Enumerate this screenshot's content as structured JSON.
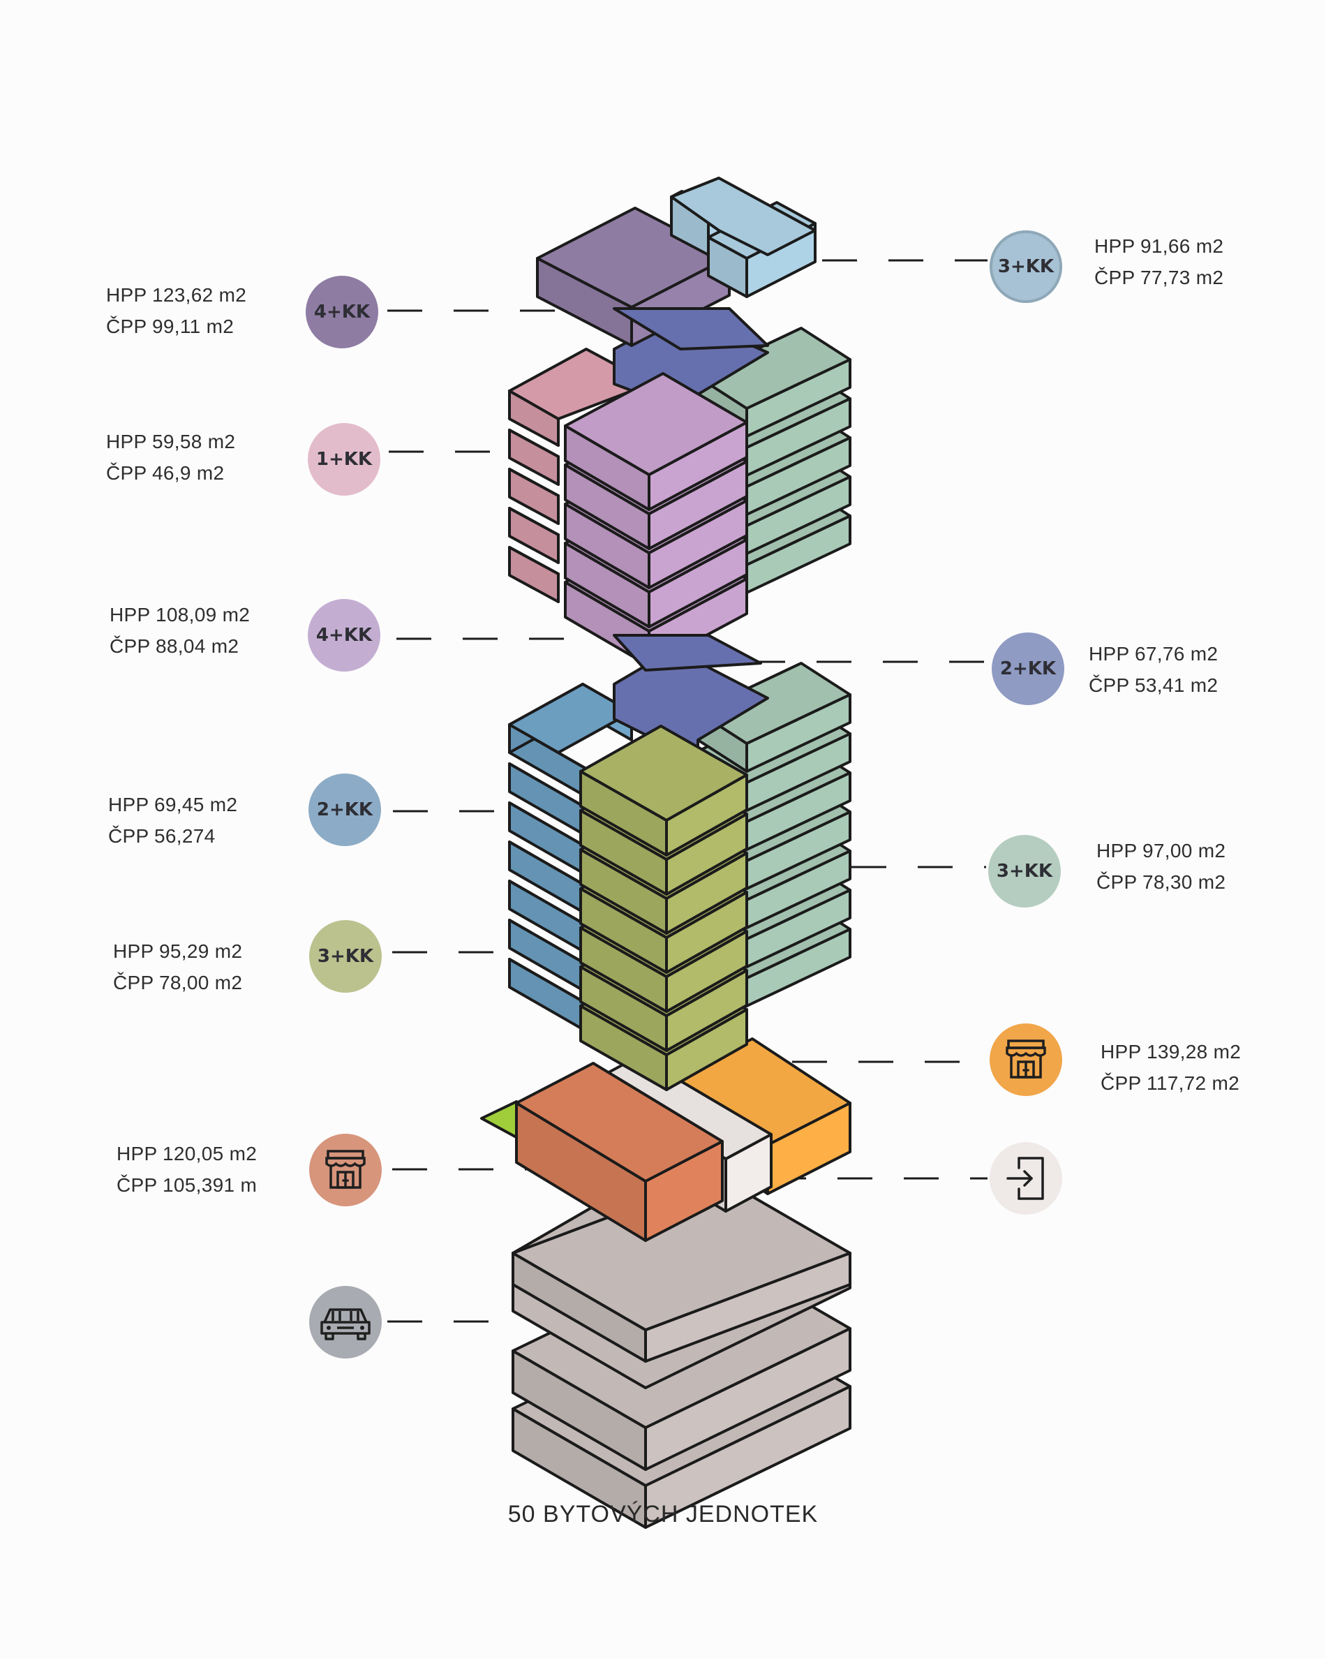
{
  "footer": "50 BYTOVÝCH JEDNOTEK",
  "colors": {
    "unit_4kk_top": "#8f7ca3",
    "unit_3kk_top": "#a7c9db",
    "unit_1kk": "#d49aa8",
    "unit_4kk": "#c09cc6",
    "unit_2kk_core": "#6770ae",
    "unit_2kk_left": "#6c9ec0",
    "unit_3kk_green": "#a1c0ae",
    "unit_3kk_olive": "#a9b264",
    "shop_orange": "#f2a742",
    "shop_salmon": "#d57d58",
    "entrance": "#e6e1df",
    "parking": "#c2b9b6"
  },
  "units": {
    "u4kk_top": {
      "badge": "4+KK",
      "hpp": "HPP 123,62 m2",
      "cpp": "ČPP  99,11 m2",
      "color": "#8f7ca3"
    },
    "u3kk_top": {
      "badge": "3+KK",
      "hpp": "HPP 91,66 m2",
      "cpp": "ČPP 77,73 m2",
      "color": "#a7c2d4"
    },
    "u1kk": {
      "badge": "1+KK",
      "hpp": "HPP 59,58 m2",
      "cpp": "ČPP 46,9 m2",
      "color": "#e3bccb"
    },
    "u4kk_mid": {
      "badge": "4+KK",
      "hpp": "HPP 108,09 m2",
      "cpp": "ČPP 88,04 m2",
      "color": "#c3aed2"
    },
    "u2kk_core": {
      "badge": "2+KK",
      "hpp": "HPP 67,76 m2",
      "cpp": "ČPP 53,41 m2",
      "color": "#8f9bc3"
    },
    "u2kk_left": {
      "badge": "2+KK",
      "hpp": "HPP 69,45 m2",
      "cpp": "ČPP  56,274",
      "color": "#8cabc6"
    },
    "u3kk_green": {
      "badge": "3+KK",
      "hpp": "HPP 97,00 m2",
      "cpp": "ČPP 78,30 m2",
      "color": "#b5cdc0"
    },
    "u3kk_olive": {
      "badge": "3+KK",
      "hpp": "HPP 95,29 m2",
      "cpp": "ČPP 78,00 m2",
      "color": "#bcc28e"
    },
    "shop_right": {
      "icon": "shop-icon",
      "hpp": "HPP 139,28 m2",
      "cpp": "ČPP 117,72 m2",
      "color": "#f1a649"
    },
    "shop_left": {
      "icon": "shop-icon",
      "hpp": "HPP 120,05 m2",
      "cpp": "ČPP 105,391 m",
      "color": "#d7957c"
    },
    "entrance": {
      "icon": "entrance-icon",
      "color": "#efe9e8"
    },
    "parking": {
      "icon": "car-icon",
      "color": "#a8abb1"
    }
  }
}
